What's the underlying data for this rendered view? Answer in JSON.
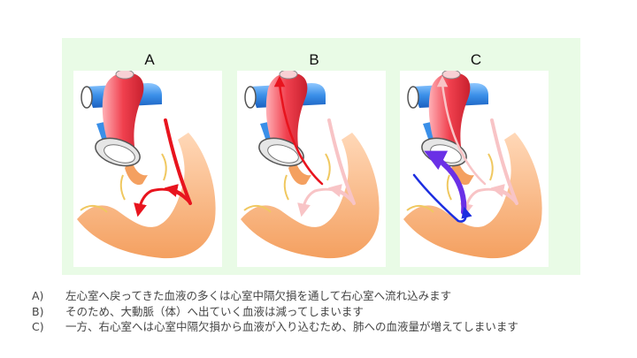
{
  "panels": [
    {
      "label": "A"
    },
    {
      "label": "B"
    },
    {
      "label": "C"
    }
  ],
  "captions": [
    {
      "letter": "A)",
      "text": "左心室へ戻ってきた血液の多くは心室中隔欠損を通して右心室へ流れ込みます"
    },
    {
      "letter": "B)",
      "text": "そのため、大動脈（体）へ出ていく血液は減ってしまいます"
    },
    {
      "letter": "C)",
      "text": "一方、右心室へは心室中隔欠損から血液が入り込むため、肺への血液量が増えてしまいます"
    }
  ],
  "colors": {
    "panel_background": "#e9fbe6",
    "aorta_red": "#f0404e",
    "pulmonary_blue": "#3a8fe8",
    "ventricle_orange": "#f4a060",
    "arrow_red": "#e8141e",
    "arrow_faded": "#f8c4c6",
    "arrow_purple": "#6a30e6",
    "arrow_blue": "#1c2ee0"
  }
}
